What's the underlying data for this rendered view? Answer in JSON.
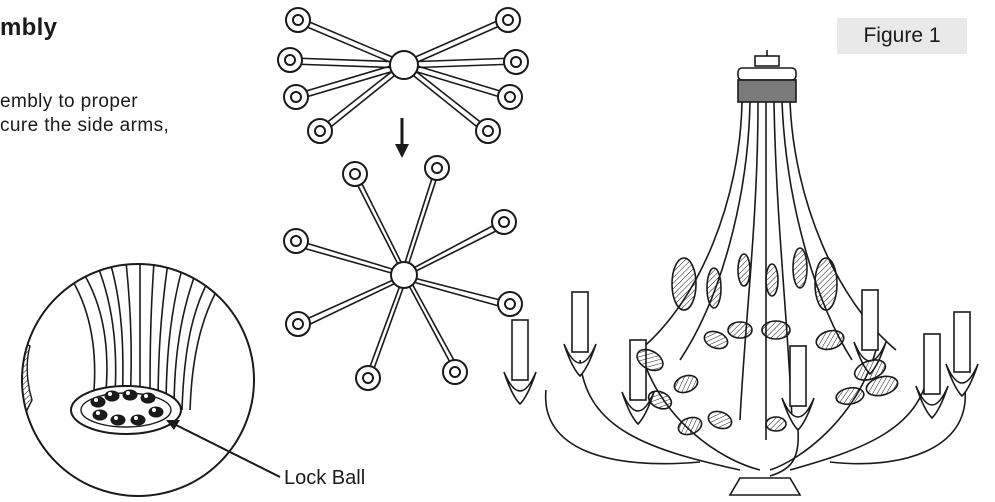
{
  "section": {
    "heading": "mbly",
    "body_lines": [
      "embly to proper",
      "cure the side arms,"
    ]
  },
  "figure": {
    "label": "Figure 1",
    "callout": "Lock Ball"
  },
  "colors": {
    "ink": "#1a1a1a",
    "label_bg": "#e9e9e9",
    "canopy_band": "#7a7a7a"
  }
}
